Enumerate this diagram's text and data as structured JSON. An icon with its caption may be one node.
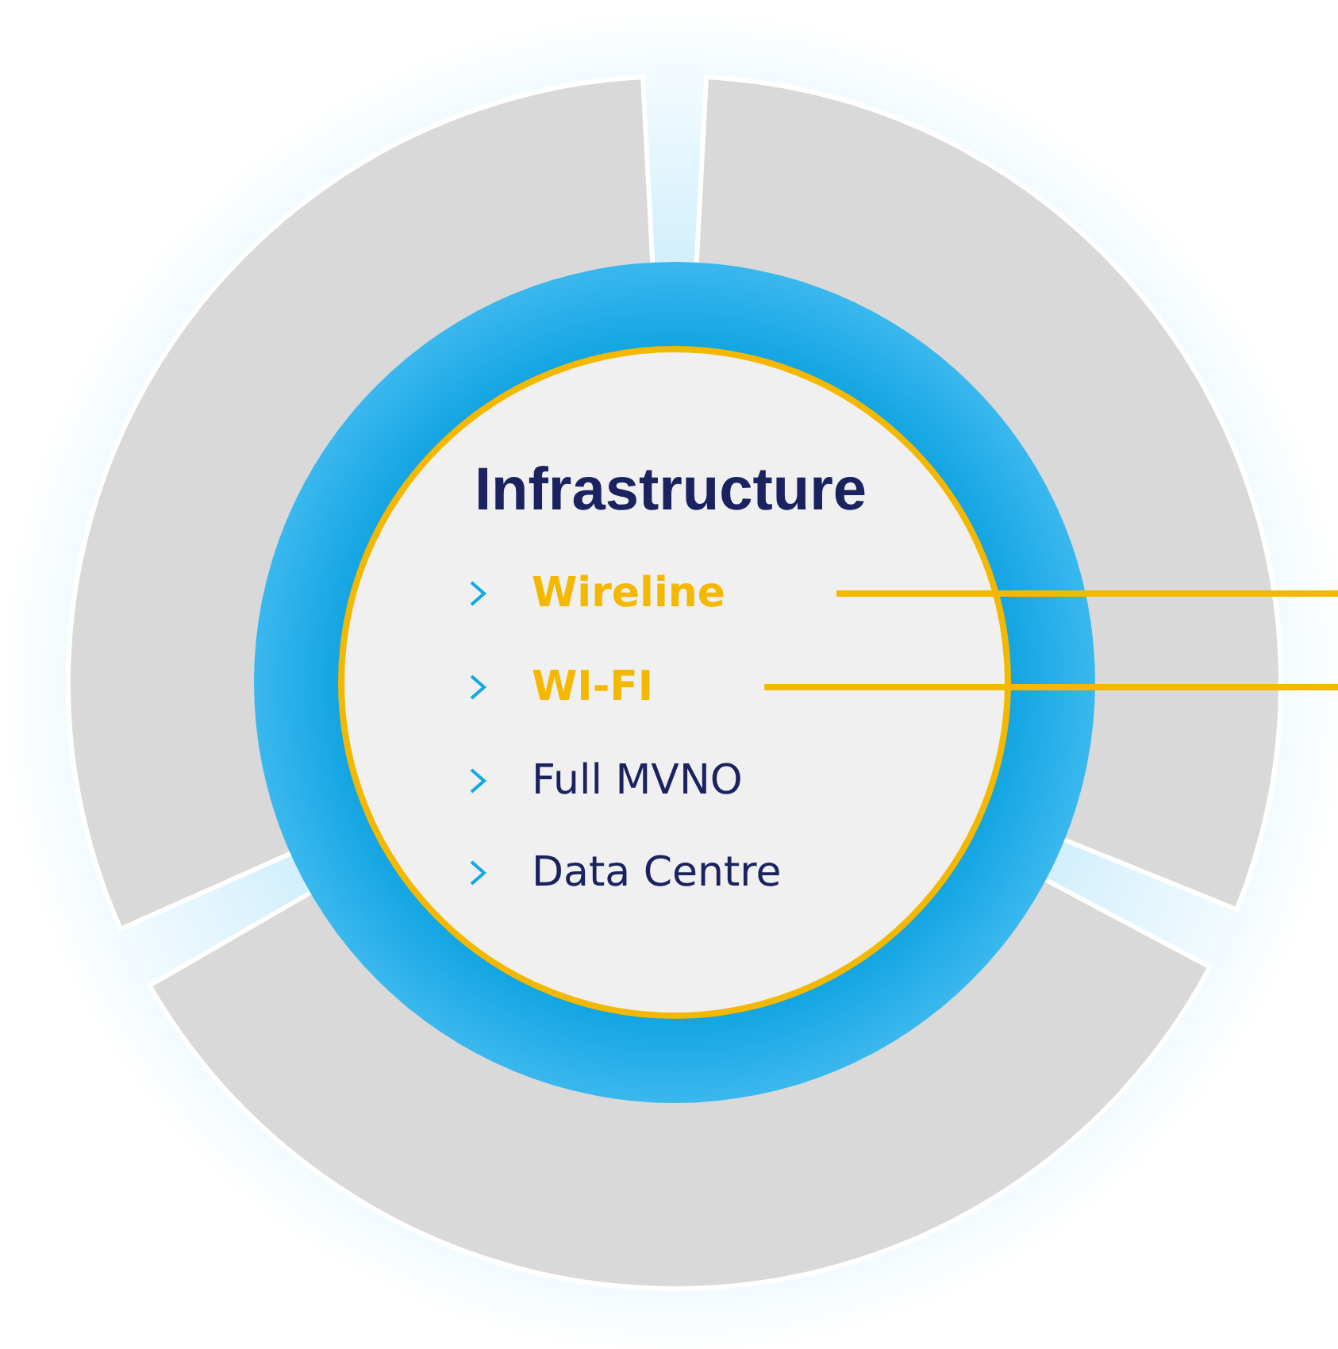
{
  "diagram": {
    "nodes": [
      {
        "text": [
          "Infrastructure"
        ]
      },
      {
        "text": [
          "Wireline"
        ],
        "in": 0
      },
      {
        "text": [
          "WI-FI"
        ],
        "in": 0
      },
      {
        "text": [
          "Full MVNO"
        ],
        "in": 0
      },
      {
        "text": [
          "Data Centre"
        ],
        "in": 0
      },
      {
        "text": [],
        "shape": "arc"
      },
      {
        "text": [],
        "shape": "arc"
      },
      {
        "text": [],
        "shape": "arc"
      }
    ],
    "edges": [
      {
        "from": 1,
        "to": null,
        "arrow": "none"
      },
      {
        "from": 2,
        "to": null,
        "arrow": "none"
      }
    ]
  }
}
